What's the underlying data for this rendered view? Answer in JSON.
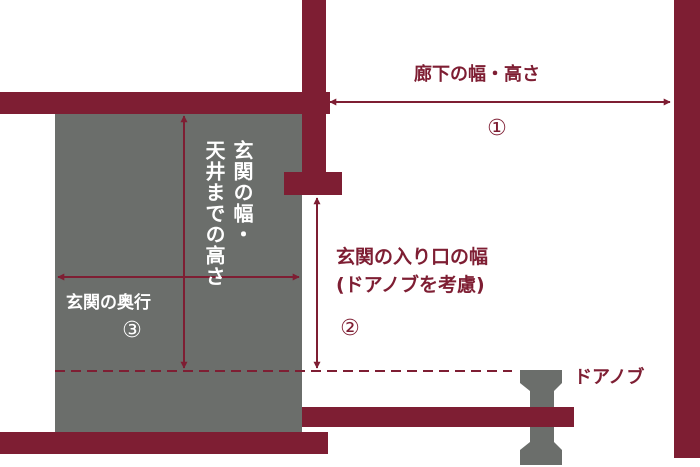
{
  "labels": {
    "corridor": "廊下の幅・高さ",
    "corridor_num": "①",
    "entrance_width_height_line1": "玄関の幅・",
    "entrance_width_height_line2": "天井までの高さ",
    "entrance_opening_line1": "玄関の入り口の幅",
    "entrance_opening_line2": "(ドアノブを考慮)",
    "entrance_opening_num": "②",
    "depth": "玄関の奥行",
    "depth_num": "③",
    "doorknob": "ドアノブ"
  },
  "colors": {
    "wall": "#7e1e33",
    "floor": "#6b6e6b",
    "knob": "#6b6e6b",
    "dim_dark": "#7e1e33",
    "dim_light": "#ffffff",
    "text_light": "#ffffff",
    "background": "#ffffff"
  }
}
